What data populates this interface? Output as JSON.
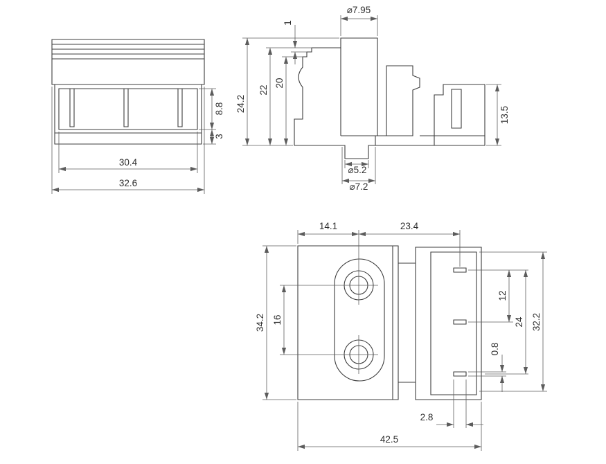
{
  "drawing": {
    "front_view": {
      "cavity_depth": "8.8",
      "base_thickness": "3",
      "pocket_width": "30.4",
      "overall_width": "32.6"
    },
    "side_view": {
      "boss_diameter": "⌀7.95",
      "top_lip": "1",
      "overall_height": "24.2",
      "body_height": "22",
      "inner_height": "20",
      "mating_height": "13.5",
      "pin_diameter": "⌀5.2",
      "collar_diameter": "⌀7.2"
    },
    "plan_view": {
      "hole_offset": "14.1",
      "contact_offset": "23.4",
      "plate_depth": "34.2",
      "hole_pitch": "16",
      "contact_pitch": "12",
      "contact_span": "24",
      "housing_depth": "32.2",
      "contact_thickness": "0.8",
      "contact_width": "2.8",
      "overall_length": "42.5"
    }
  }
}
